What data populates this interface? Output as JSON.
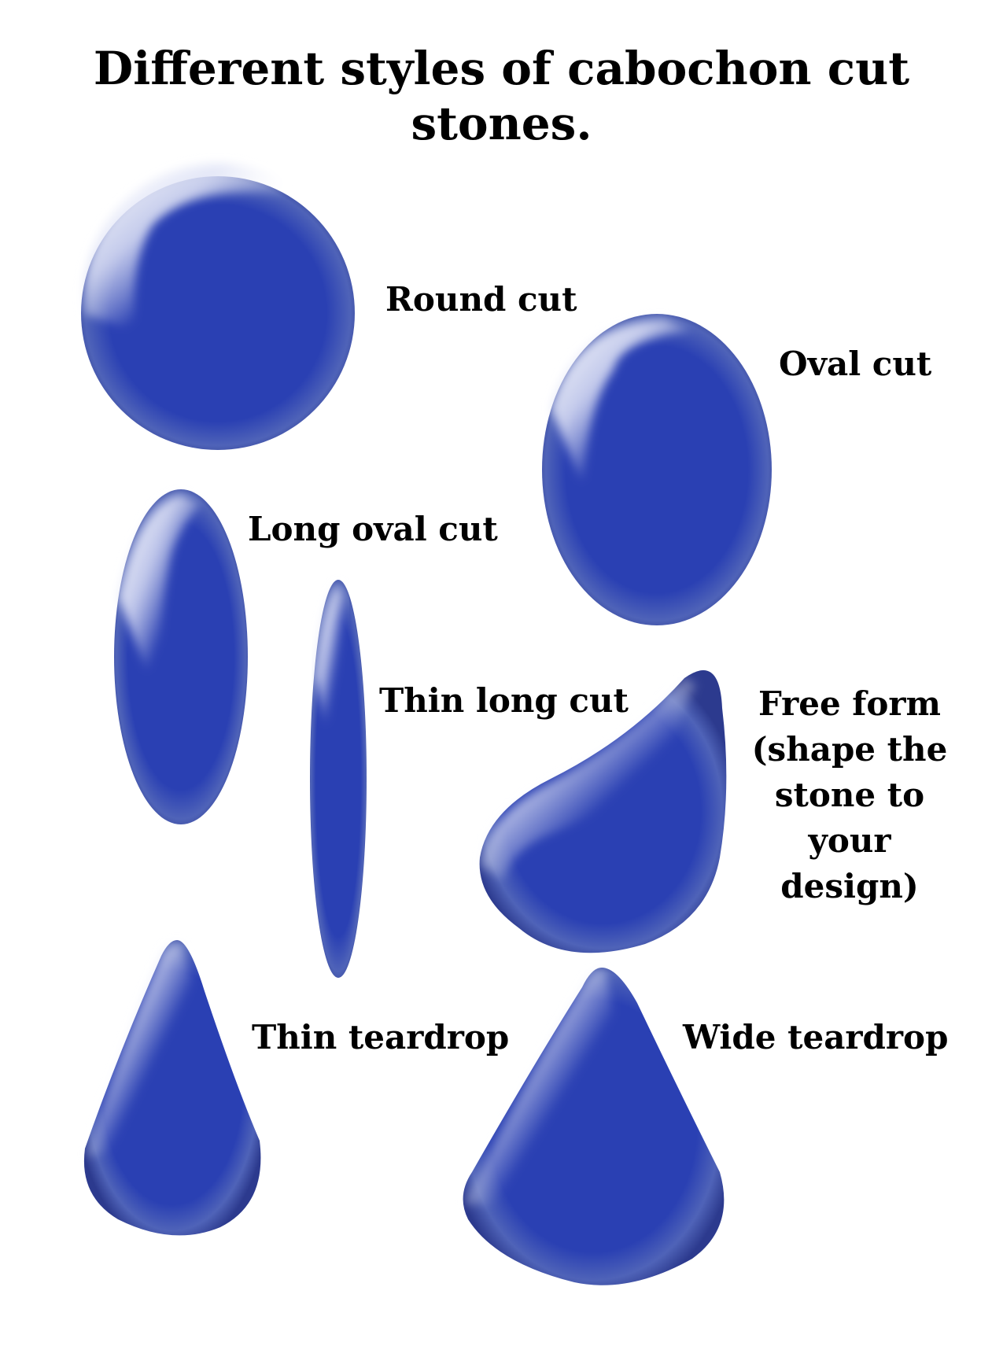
{
  "title": {
    "line1": "Different styles of cabochon cut",
    "line2": "stones."
  },
  "colors": {
    "stone_base": "#2a40b3",
    "stone_dark": "#1a2a86",
    "stone_rim": "#5a6fbf",
    "highlight": "#eef0fa",
    "text": "#000000",
    "background": "#ffffff"
  },
  "stones": [
    {
      "id": "round",
      "label": "Round cut"
    },
    {
      "id": "oval",
      "label": "Oval cut"
    },
    {
      "id": "long-oval",
      "label": "Long oval cut"
    },
    {
      "id": "thin-long",
      "label": "Thin long cut"
    },
    {
      "id": "free-form",
      "label_lines": [
        "Free form",
        "(shape the",
        "stone to",
        "your",
        "design)"
      ]
    },
    {
      "id": "thin-teardrop",
      "label": "Thin teardrop"
    },
    {
      "id": "wide-teardrop",
      "label": "Wide teardrop"
    }
  ]
}
